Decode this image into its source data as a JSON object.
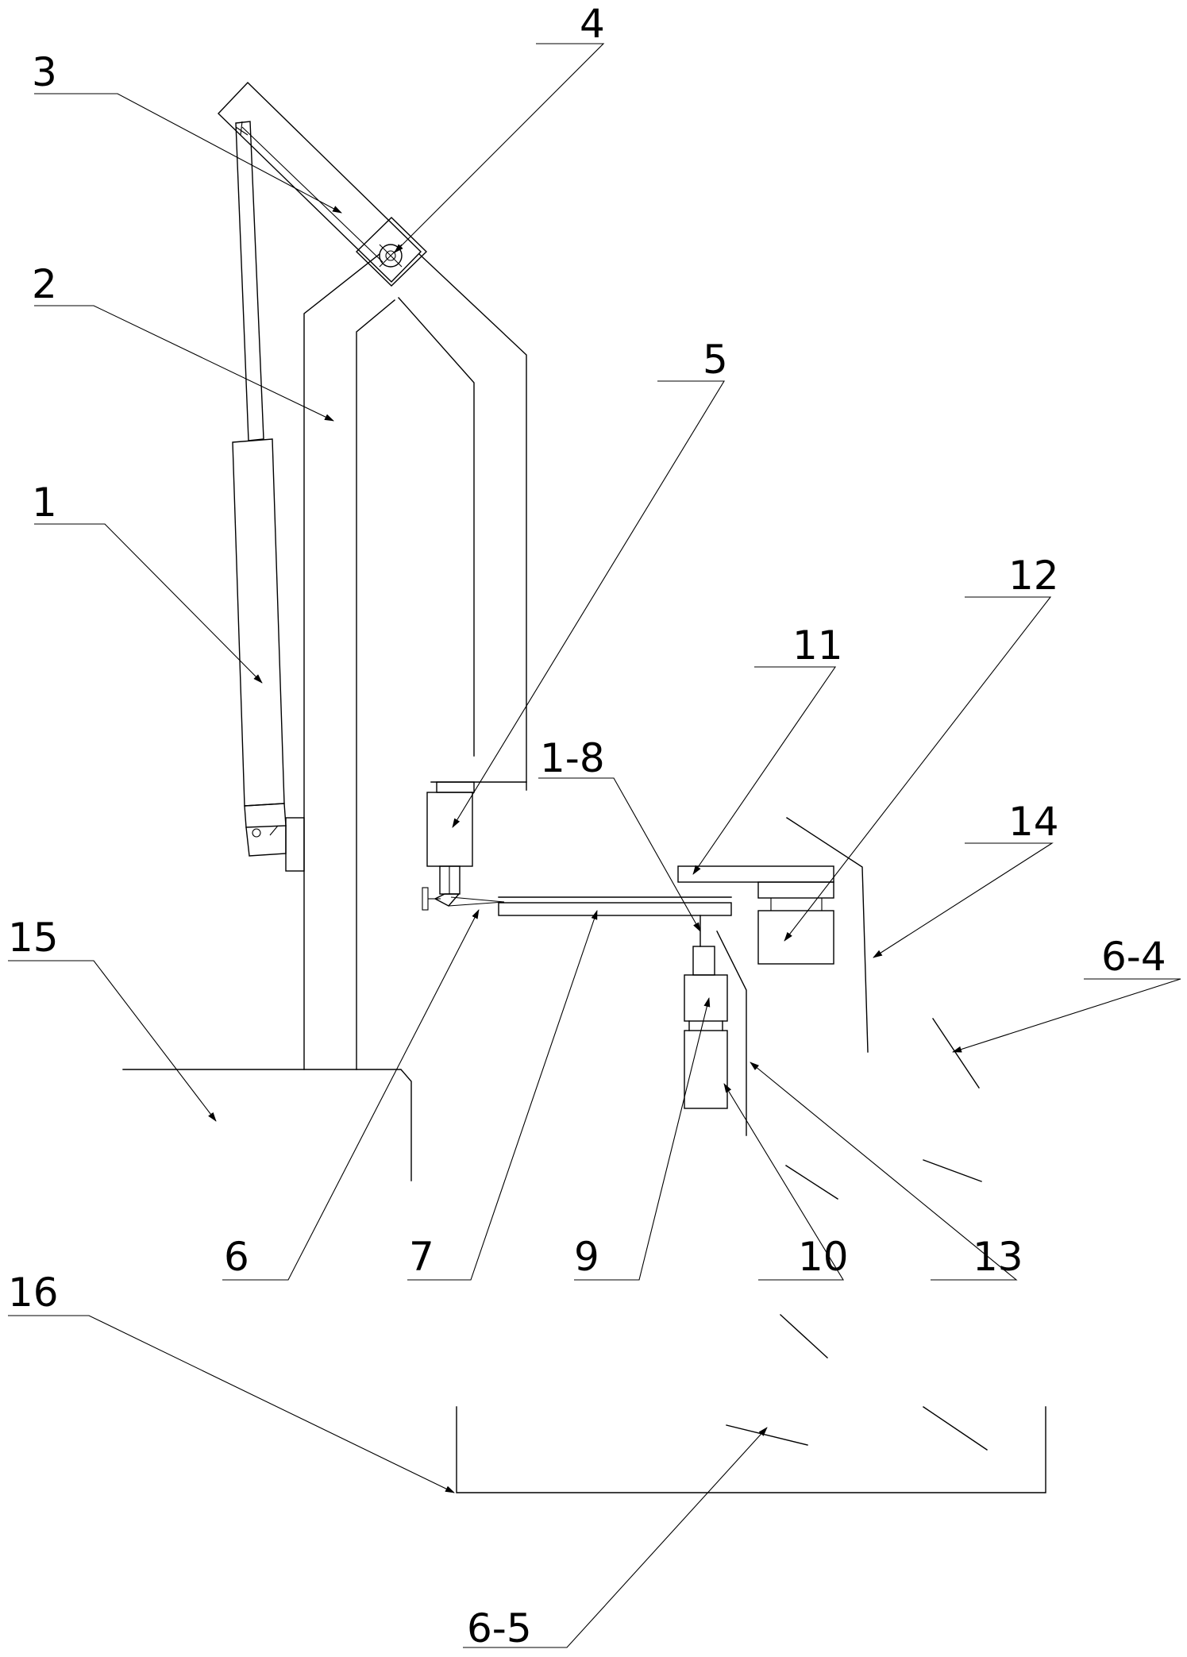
{
  "labels": {
    "l1": "1",
    "l2": "2",
    "l3": "3",
    "l4": "4",
    "l5": "5",
    "l6": "6",
    "l7": "7",
    "l8": "1-8",
    "l9": "9",
    "l10": "10",
    "l11": "11",
    "l12": "12",
    "l13": "13",
    "l14": "14",
    "l15": "15",
    "l16": "16",
    "l6_4": "6-4",
    "l6_5": "6-5"
  }
}
